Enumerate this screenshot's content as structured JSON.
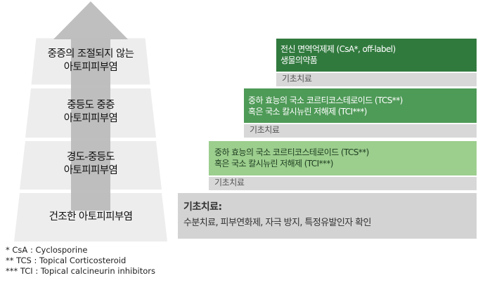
{
  "pyramid": {
    "tiers": [
      {
        "lines": [
          "중증의 조절되지 않는",
          "아토피피부염"
        ]
      },
      {
        "lines": [
          "중등도 중증",
          "아토피피부염"
        ]
      },
      {
        "lines": [
          "경도-중등도",
          "아토피피부염"
        ]
      },
      {
        "lines": [
          "건조한 아토피피부염"
        ]
      }
    ]
  },
  "footnotes": [
    "* CsA : Cyclosporine",
    "** TCS : Topical Corticosteroid",
    "*** TCI : Topical calcineurin inhibitors"
  ],
  "treatments": {
    "severe": {
      "lines": [
        "전신 면역억제제 (CsA*, off-label)",
        "생물의약품"
      ],
      "base": "기초치료"
    },
    "moderate": {
      "lines": [
        "중하 효능의 국소 코르티코스테로이드 (TCS**)",
        "혹은 국소 칼시뉴린 저해제 (TCI***)"
      ],
      "base": "기초치료"
    },
    "mild": {
      "lines": [
        "중하 효능의 국소 코르티코스테로이드 (TCS**)",
        "혹은 국소 칼시뉴린 저해제 (TCI***)"
      ],
      "base": "기초치료"
    },
    "basic": {
      "title": "기초치료:",
      "items": "수분치료, 피부연화제, 자극 방지, 특정유발인자 확인"
    }
  },
  "colors": {
    "tier_fill": "#ededed",
    "arrow": "#b8b8b8",
    "severe_green": "#317a3e",
    "moderate_green": "#4e9a57",
    "mild_green": "#9cce8e",
    "base_gray": "#d8d8d8",
    "basic_gray": "#d3d3d3"
  }
}
